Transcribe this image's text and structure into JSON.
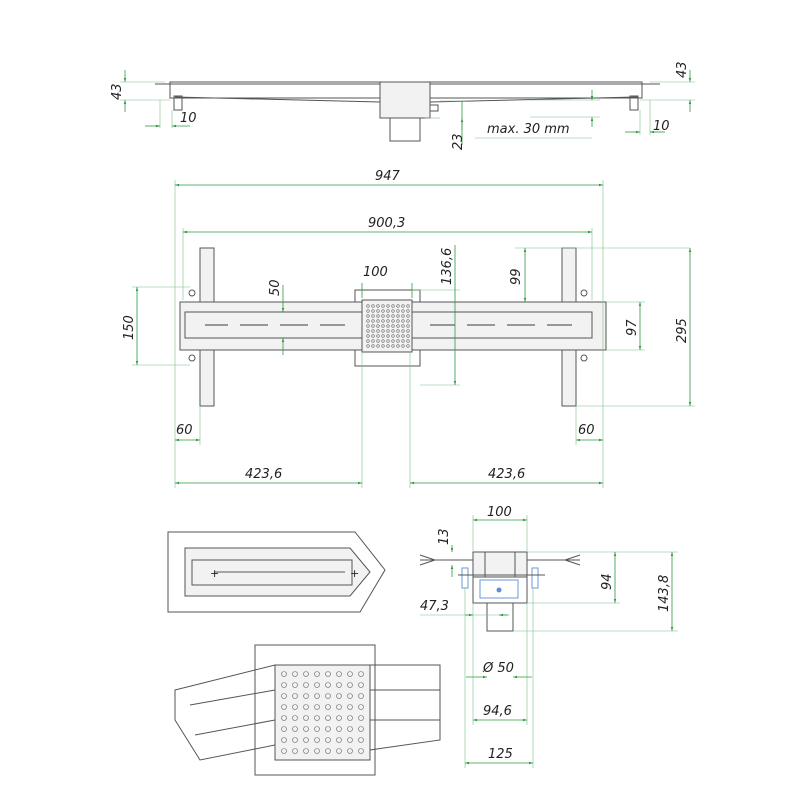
{
  "top_view": {
    "height_left": "43",
    "height_right": "43",
    "foot_left": "10",
    "foot_right": "10",
    "outlet_offset": "23",
    "adjust": "max. 30 mm"
  },
  "plan_view": {
    "overall_length": "947",
    "channel_length": "900,3",
    "outlet_width": "100",
    "outlet_offset": "136,6",
    "grate_width": "50",
    "bracket_width": "150",
    "bracket_offset": "99",
    "channel_width": "97",
    "overall_width": "295",
    "end_left": "60",
    "end_right": "60",
    "half_left": "423,6",
    "half_right": "423,6"
  },
  "section_view": {
    "top_width": "100",
    "flange": "13",
    "body_height": "94",
    "total_height": "143,8",
    "offset": "47,3",
    "pipe_diameter": "Ø 50",
    "body_width": "94,6",
    "outer_width": "125"
  },
  "colors": {
    "dimension": "#2e9a3e",
    "part": "#555555",
    "highlight": "#5b8fd6"
  }
}
